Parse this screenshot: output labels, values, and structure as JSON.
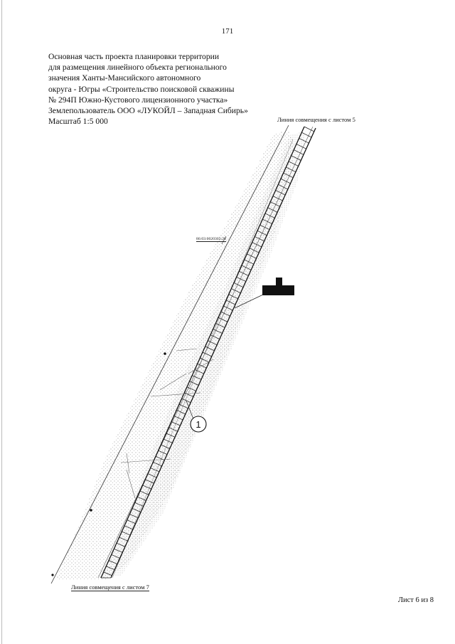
{
  "page": {
    "number": "171"
  },
  "title_lines": [
    "Основная часть проекта планировки территории",
    "для размещения линейного объекта регионального",
    "значения Ханты-Мансийского автономного",
    "округа - Югры «Строительство поисковой скважины",
    "№ 294П Южно-Кустового лицензионного участка»",
    "Землепользователь  ООО «ЛУКОЙЛ – Западная Сибирь»",
    "Масштаб 1:5 000"
  ],
  "map": {
    "match_line_top": "Линия совмещения с листом 5",
    "match_line_bottom": "Линия совмещения с листом 7",
    "cadastral_number": "86:03:0020302:26",
    "callout": "1"
  },
  "footer": {
    "sheet": "Лист 6 из 8"
  }
}
